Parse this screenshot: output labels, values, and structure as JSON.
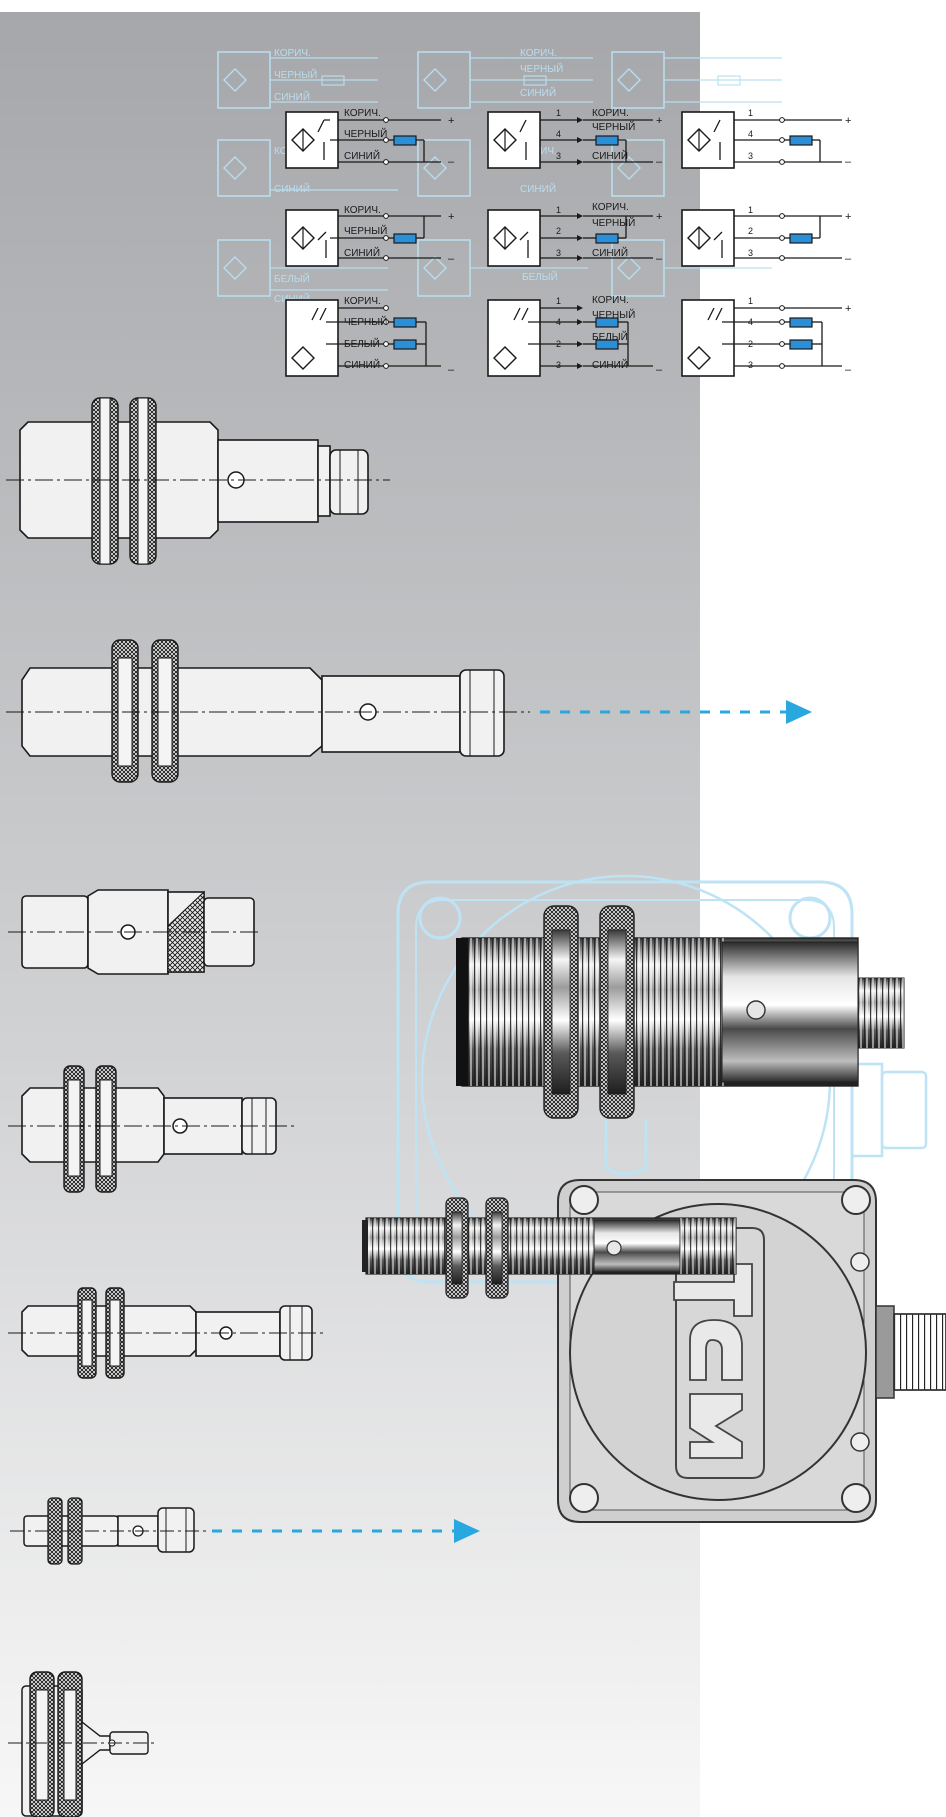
{
  "wire_labels": {
    "brown": "КОРИЧ.",
    "black": "ЧЕРНЫЙ",
    "blue": "СИНИЙ",
    "white": "БЕЛЫЙ"
  },
  "pin_labels": {
    "p1": "1",
    "p2": "2",
    "p3": "3",
    "p4": "4"
  },
  "polarity": {
    "plus": "+",
    "minus": "–"
  },
  "colors": {
    "background_top": "#a9aaad",
    "background_bottom": "#f6f6f6",
    "accent_blue": "#29a7df",
    "ghost_blue": "#bfe4f4",
    "line": "#1a1a1a",
    "resistor_fill": "#2a8fd6"
  },
  "diagram_rows": [
    {
      "name": "row-1",
      "variant": "pnp-no-3wire"
    },
    {
      "name": "row-2",
      "variant": "pnp-nc-3wire"
    },
    {
      "name": "row-3",
      "variant": "pnp-2out-4wire"
    }
  ],
  "sensors": [
    {
      "name": "sensor-m30-connector",
      "icon": "proximity-sensor-drawing"
    },
    {
      "name": "sensor-m30-long",
      "icon": "proximity-sensor-drawing"
    },
    {
      "name": "sensor-cylinder-smooth",
      "icon": "proximity-sensor-drawing"
    },
    {
      "name": "sensor-m18-connector",
      "icon": "proximity-sensor-drawing"
    },
    {
      "name": "sensor-m12-long",
      "icon": "proximity-sensor-drawing"
    },
    {
      "name": "sensor-m8-short",
      "icon": "proximity-sensor-drawing"
    },
    {
      "name": "sensor-flat-short",
      "icon": "proximity-sensor-drawing"
    }
  ],
  "photos": [
    {
      "name": "photo-threaded-sensor-m30",
      "icon": "chrome-sensor-illustration"
    },
    {
      "name": "photo-threaded-sensor-m12",
      "icon": "chrome-sensor-illustration"
    },
    {
      "name": "photo-square-housing-sensor",
      "icon": "square-sensor-illustration"
    }
  ],
  "logo": {
    "icon": "brand-logo-emboss"
  }
}
